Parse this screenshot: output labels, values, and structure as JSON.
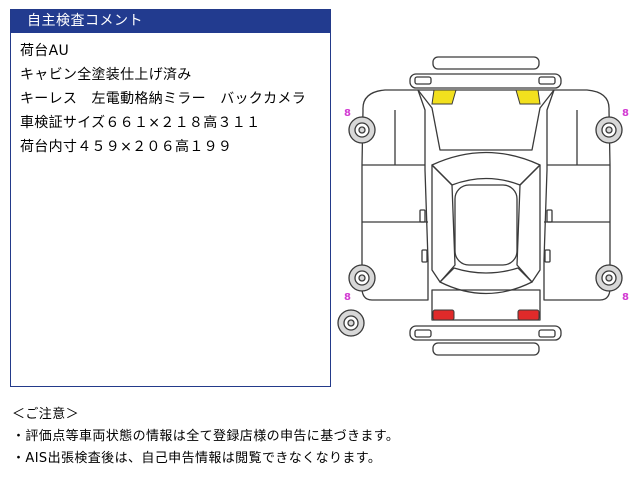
{
  "comment": {
    "header": "自主検査コメント",
    "lines": [
      "荷台AU",
      "キャビン全塗装仕上げ済み",
      "キーレス　左電動格納ミラー　バックカメラ",
      "車検証サイズ６６１×２１８高３１１",
      "荷台内寸４５９×２０６高１９９"
    ]
  },
  "diagram": {
    "marker_glyph": "8",
    "colors": {
      "headlight": "#f2e01e",
      "taillight": "#e02a2a",
      "marker": "#d23ad2",
      "outline": "#3a3a3a"
    }
  },
  "notes": {
    "heading": "＜ご注意＞",
    "items": [
      "・評価点等車両状態の情報は全て登録店様の申告に基づきます。",
      "・AIS出張検査後は、自己申告情報は閲覧できなくなります。"
    ]
  }
}
